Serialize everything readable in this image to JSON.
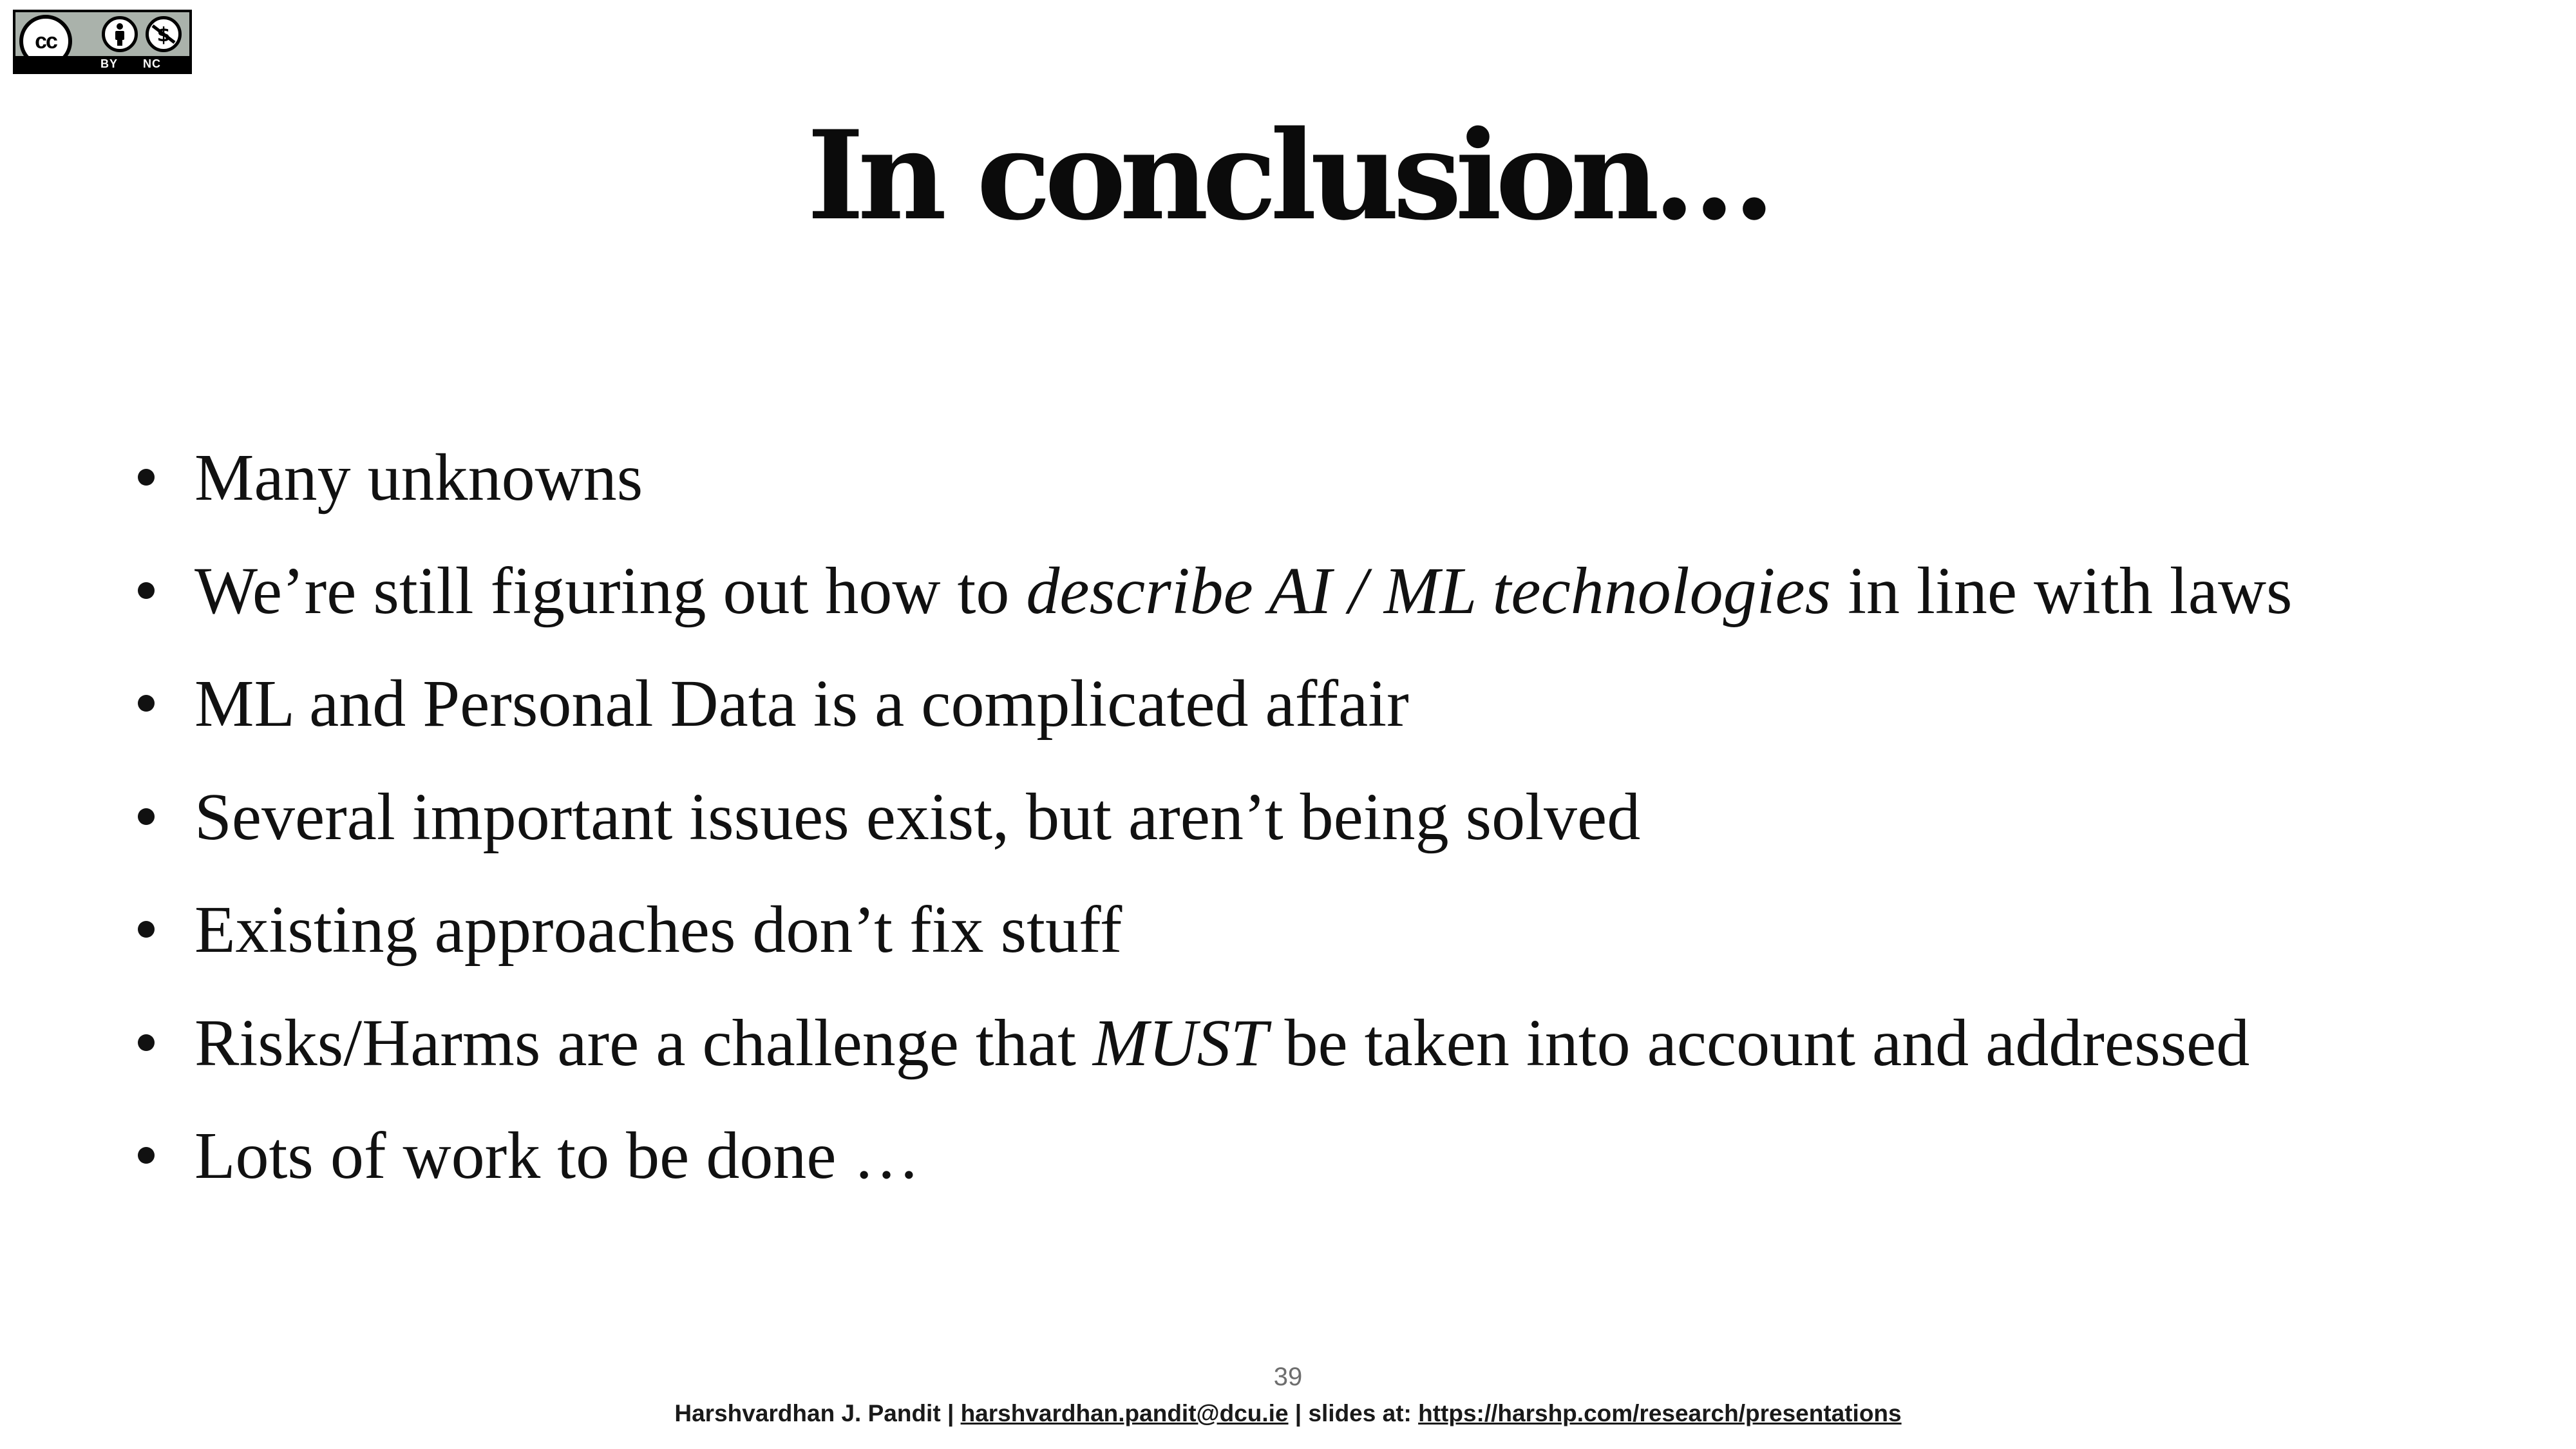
{
  "license_badge": {
    "by_label": "BY",
    "nc_label": "NC",
    "cc_text": "cc",
    "icons": [
      "cc-icon",
      "by-person-icon",
      "nc-dollar-icon"
    ]
  },
  "slide": {
    "title": "In conclusion…",
    "bullets": [
      {
        "segments": [
          {
            "text": "Many unknowns",
            "italic": false
          }
        ]
      },
      {
        "segments": [
          {
            "text": "We’re still figuring out how to ",
            "italic": false
          },
          {
            "text": "describe AI / ML technologies",
            "italic": true
          },
          {
            "text": " in line with laws",
            "italic": false
          }
        ]
      },
      {
        "segments": [
          {
            "text": "ML and Personal Data is a complicated affair",
            "italic": false
          }
        ]
      },
      {
        "segments": [
          {
            "text": "Several important issues exist, but aren’t being solved",
            "italic": false
          }
        ]
      },
      {
        "segments": [
          {
            "text": "Existing approaches don’t fix stuff",
            "italic": false
          }
        ]
      },
      {
        "segments": [
          {
            "text": "Risks/Harms are a challenge that ",
            "italic": false
          },
          {
            "text": "MUST",
            "italic": true
          },
          {
            "text": " be taken into account and addressed",
            "italic": false
          }
        ]
      },
      {
        "segments": [
          {
            "text": "Lots of work to be done …",
            "italic": false
          }
        ]
      }
    ],
    "page_number": "39"
  },
  "footer": {
    "author": "Harshvardhan J. Pandit | ",
    "email": "harshvardhan.pandit@dcu.ie",
    "separator": " | slides at: ",
    "slides_url": "https://harshp.com/research/presentations"
  }
}
